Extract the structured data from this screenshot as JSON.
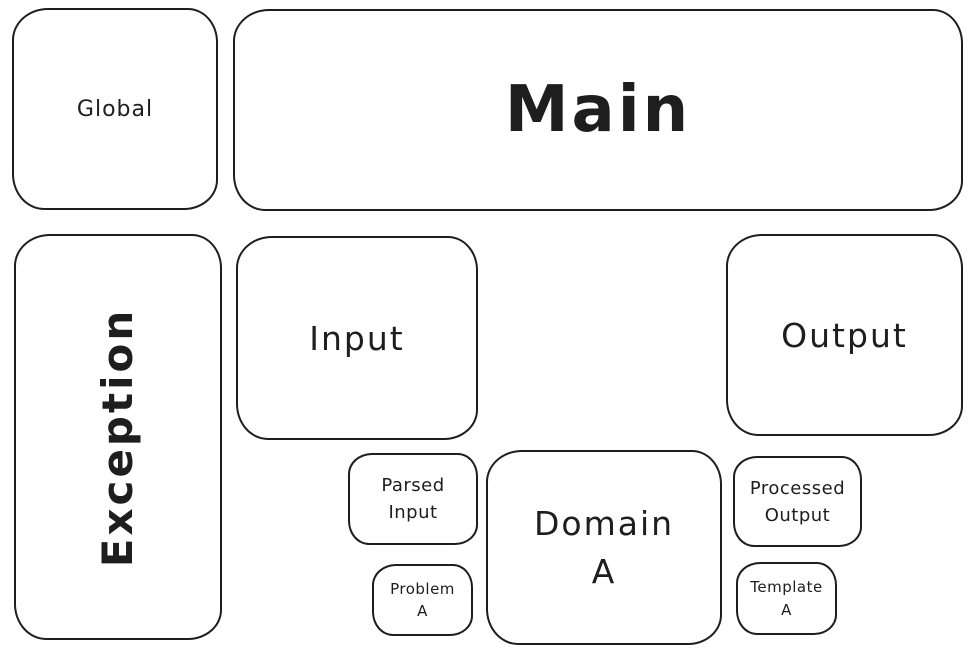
{
  "canvas": {
    "background": "#ffffff",
    "stroke_color": "#1e1e1e",
    "style": "hand-drawn rounded rectangles"
  },
  "boxes": {
    "global": {
      "label": "Global"
    },
    "main": {
      "label": "Main"
    },
    "exception": {
      "label": "Exception",
      "orientation": "vertical"
    },
    "input": {
      "label": "Input"
    },
    "output": {
      "label": "Output"
    },
    "parsed_input": {
      "label": "Parsed\nInput"
    },
    "problem_a": {
      "label": "Problem\nA"
    },
    "domain_a": {
      "label": "Domain\nA"
    },
    "processed_output": {
      "label": "Processed\nOutput"
    },
    "template_a": {
      "label": "Template\nA"
    }
  }
}
